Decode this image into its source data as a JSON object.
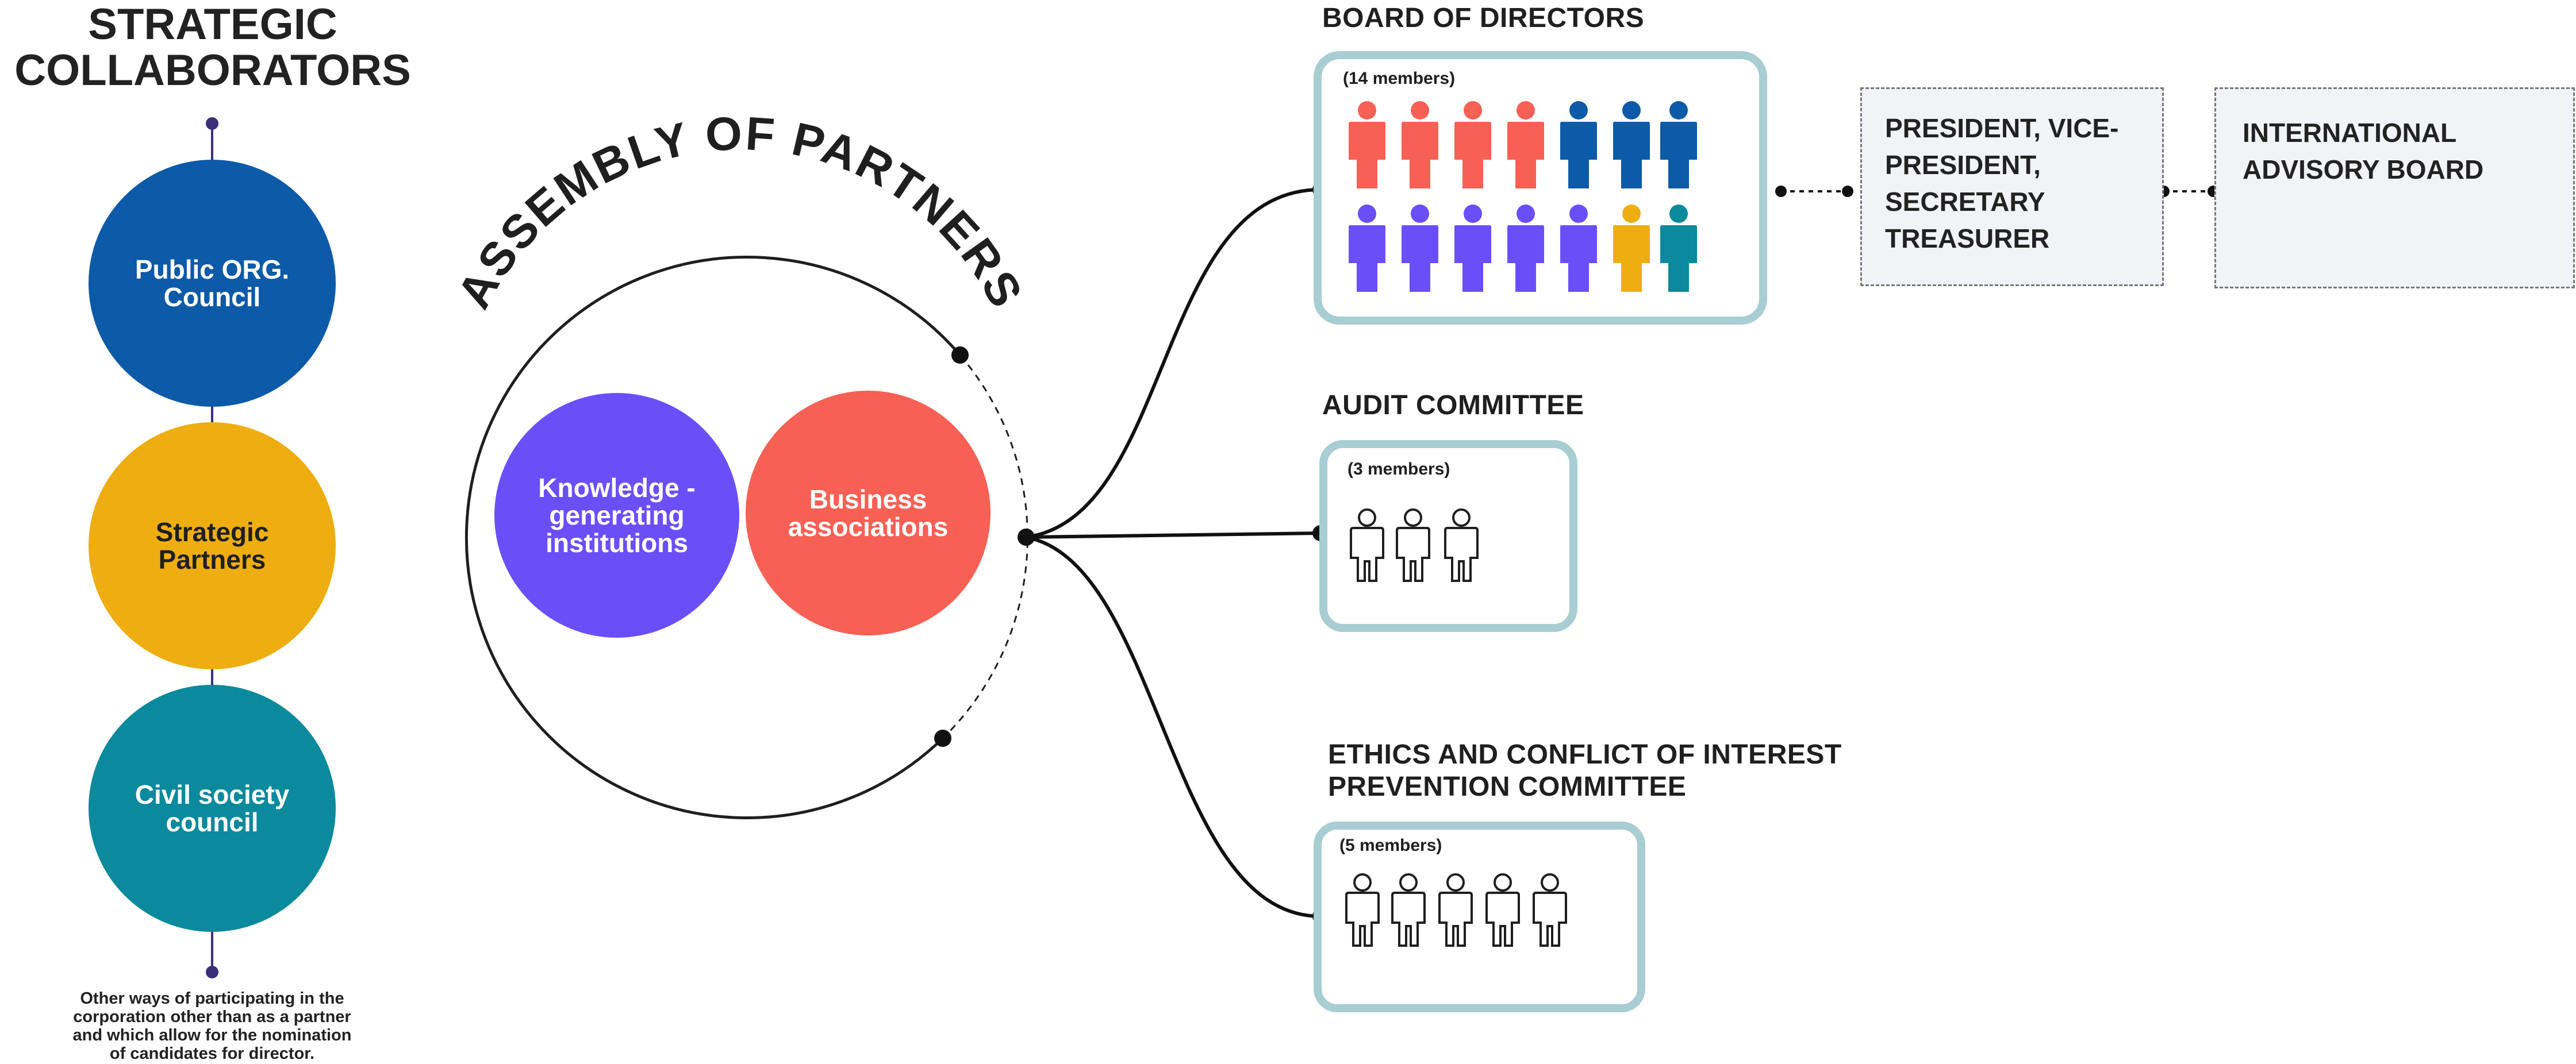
{
  "strategic_collaborators": {
    "title_line1": "STRATEGIC",
    "title_line2": "COLLABORATORS",
    "circles": [
      {
        "line1": "Public ORG.",
        "line2": "Council",
        "color": "#0d5aa8"
      },
      {
        "line1": "Strategic",
        "line2": "Partners",
        "color": "#eeae12"
      },
      {
        "line1": "Civil society",
        "line2": "council",
        "color": "#0a8a9c"
      }
    ],
    "footnote": [
      "Other ways of participating in the",
      "corporation other than as a partner",
      "and which allow for the nomination",
      "of candidates for director."
    ],
    "connector_color": "#3b2e7a"
  },
  "assembly": {
    "title": "ASSEMBLY OF PARTNERS",
    "knowledge": {
      "line1": "Knowledge -",
      "line2": "generating",
      "line3": "institutions",
      "color": "#6a4ff9"
    },
    "business": {
      "line1": "Business",
      "line2": "associations",
      "color": "#f76054"
    }
  },
  "board": {
    "title": "BOARD OF DIRECTORS",
    "members_note": "(14 members)",
    "people_row1": [
      "#f76054",
      "#f76054",
      "#f76054",
      "#f76054",
      "#0d5aa8",
      "#0d5aa8",
      "#0d5aa8"
    ],
    "people_row2": [
      "#6a4ff9",
      "#6a4ff9",
      "#6a4ff9",
      "#6a4ff9",
      "#6a4ff9",
      "#eeae12",
      "#0a8a9c"
    ],
    "border_color": "#a8cdd2"
  },
  "officers": {
    "line1": "PRESIDENT, VICE-",
    "line2": "PRESIDENT,",
    "line3": "SECRETARY",
    "line4": "TREASURER"
  },
  "advisory": {
    "line1": "INTERNATIONAL",
    "line2": "ADVISORY BOARD"
  },
  "audit": {
    "title": "AUDIT COMMITTEE",
    "members_note": "(3 members)",
    "member_count": 3
  },
  "ethics": {
    "title_line1": "ETHICS AND CONFLICT OF INTEREST",
    "title_line2": "PREVENTION COMMITTEE",
    "members_note": "(5 members)",
    "member_count": 5
  }
}
